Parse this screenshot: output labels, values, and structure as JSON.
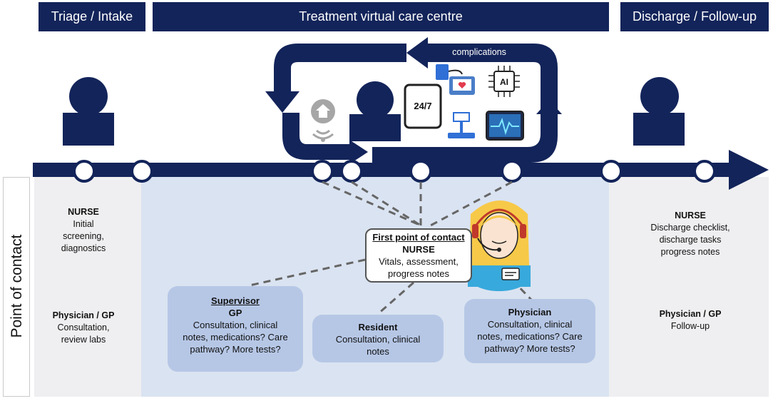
{
  "headers": {
    "triage": "Triage / Intake",
    "treatment": "Treatment virtual care centre",
    "discharge": "Discharge / Follow-up"
  },
  "loop": {
    "complications": "complications",
    "device_247": "24/7",
    "ai": "AI"
  },
  "side_label": "Point of contact",
  "triage": {
    "nurse_title": "NURSE",
    "nurse_lines": [
      "Initial",
      "screening,",
      "diagnostics"
    ],
    "physician_title": "Physician / GP",
    "physician_lines": [
      "Consultation,",
      "review labs"
    ]
  },
  "first_contact": {
    "title": "First point of contact",
    "role": "NURSE",
    "lines": [
      "Vitals, assessment,",
      "progress notes"
    ]
  },
  "supervisor": {
    "title": "Supervisor",
    "role": "GP",
    "lines": [
      "Consultation, clinical",
      "notes, medications? Care",
      "pathway? More tests?"
    ]
  },
  "resident": {
    "title": "Resident",
    "lines": [
      "Consultation, clinical",
      "notes"
    ]
  },
  "physician": {
    "title": "Physician",
    "lines": [
      "Consultation, clinical",
      "notes, medications? Care",
      "pathway? More tests?"
    ]
  },
  "discharge": {
    "nurse_title": "NURSE",
    "nurse_lines": [
      "Discharge checklist,",
      "discharge tasks",
      "progress notes"
    ],
    "physician_title": "Physician / GP",
    "physician_lines": [
      "Follow-up"
    ]
  },
  "colors": {
    "navy": "#13245a",
    "light_blue_panel": "#dae3f1",
    "box_blue": "#b6c7e6",
    "grey_panel": "#efeff1"
  }
}
